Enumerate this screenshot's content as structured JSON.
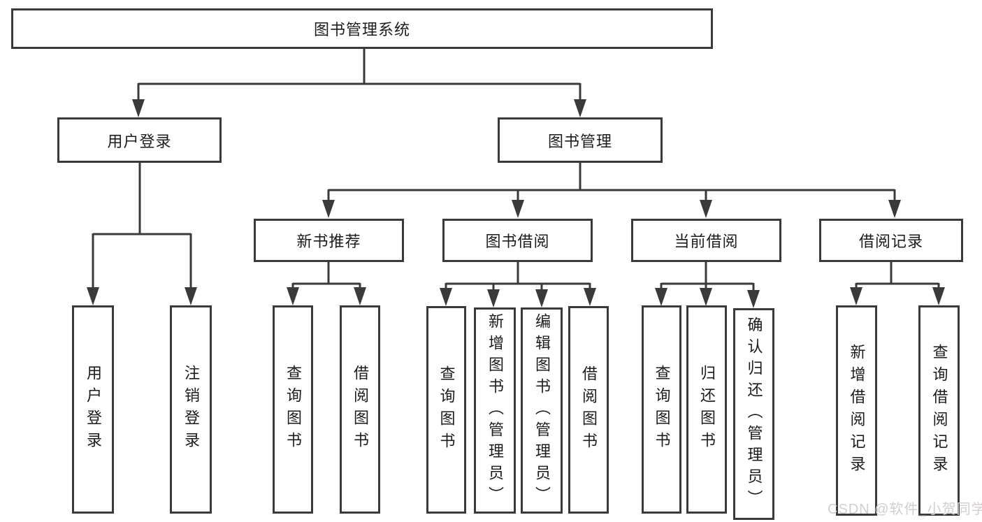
{
  "diagram": {
    "root": {
      "label": "图书管理系统"
    },
    "branches": [
      {
        "label": "用户登录",
        "children": [
          {
            "label": "用户登录"
          },
          {
            "label": "注销登录"
          }
        ]
      },
      {
        "label": "图书管理",
        "children": [
          {
            "label": "新书推荐",
            "children": [
              {
                "label": "查询图书"
              },
              {
                "label": "借阅图书"
              }
            ]
          },
          {
            "label": "图书借阅",
            "children": [
              {
                "label": "查询图书"
              },
              {
                "label": "新增图书（管理员）"
              },
              {
                "label": "编辑图书（管理员）"
              },
              {
                "label": "借阅图书"
              }
            ]
          },
          {
            "label": "当前借阅",
            "children": [
              {
                "label": "查询图书"
              },
              {
                "label": "归还图书"
              },
              {
                "label": "确认归还（管理员）"
              }
            ]
          },
          {
            "label": "借阅记录",
            "children": [
              {
                "label": "新增借阅记录"
              },
              {
                "label": "查询借阅记录"
              }
            ]
          }
        ]
      }
    ]
  },
  "watermark": "CSDN @软件_小贺同学",
  "colors": {
    "line": "#3a3a3a",
    "box_border": "#3a3a3a",
    "text": "#1c1c1c",
    "background": "#ffffff",
    "watermark": "#d2cdd2"
  }
}
